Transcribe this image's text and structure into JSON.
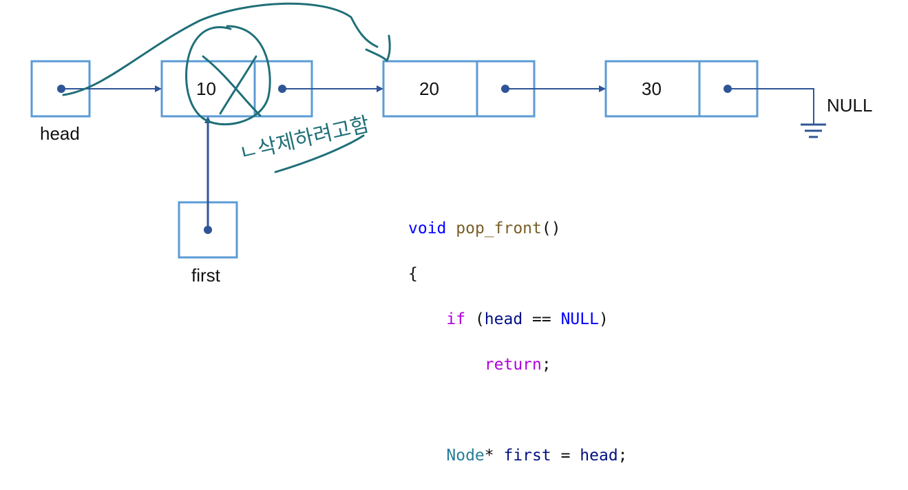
{
  "colors": {
    "box_stroke": "#5b9bd5",
    "arrow": "#2f5597",
    "ink": "#1f6f78",
    "text": "#111111"
  },
  "labels": {
    "head": "head",
    "first": "first",
    "null": "NULL",
    "note": "ㄴ삭제하려고함"
  },
  "nodes": [
    {
      "value": "10"
    },
    {
      "value": "20"
    },
    {
      "value": "30"
    }
  ],
  "code": {
    "l1_kw": "void",
    "l1_fn": "pop_front",
    "l1_rest": "()",
    "l2": "{",
    "l3_kw": "if",
    "l3_open": " (",
    "l3_var": "head",
    "l3_op": " == ",
    "l3_const": "NULL",
    "l3_close": ")",
    "l4_kw": "return",
    "l4_end": ";",
    "l6_type": "Node",
    "l6_star": "* ",
    "l6_var1": "first",
    "l6_eq": " = ",
    "l6_var2": "head",
    "l6_end": ";"
  }
}
